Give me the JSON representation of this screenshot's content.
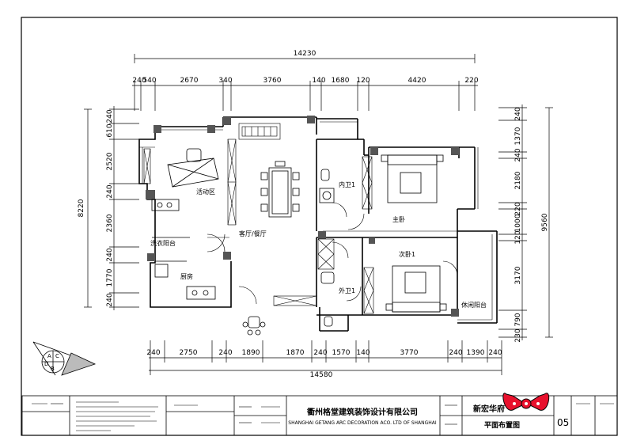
{
  "dimensions": {
    "overall_top": "14230",
    "top": [
      "240",
      "540",
      "2670",
      "340",
      "3760",
      "140",
      "1680",
      "120",
      "4420",
      "220"
    ],
    "overall_bottom": "14580",
    "bottom": [
      "240",
      "2750",
      "240",
      "1890",
      "1870",
      "240",
      "1570",
      "140",
      "3770",
      "240",
      "1390",
      "240"
    ],
    "overall_left": "8220",
    "left": [
      "240",
      "610",
      "2520",
      "240",
      "2360",
      "240",
      "1770",
      "240"
    ],
    "overall_right": "9560",
    "right": [
      "240",
      "1370",
      "240",
      "2180",
      "220",
      "1000",
      "120",
      "3170",
      "790",
      "230"
    ]
  },
  "rooms": {
    "activity": "活动区",
    "living_dining": "客厅/餐厅",
    "inner_bath": "内卫1",
    "master_bedroom": "主卧",
    "laundry_balcony": "洗衣阳台",
    "kitchen": "厨房",
    "second_bedroom": "次卧1",
    "outer_bath": "外卫1",
    "leisure_balcony": "休闲阳台"
  },
  "compass": {
    "letters": [
      "A",
      "B",
      "C",
      "D"
    ]
  },
  "title_block": {
    "company_cn": "衢州格堂建筑装饰设计有限公司",
    "company_en": "SHANGHAI GETANG ARC DECORATION  ACO. LTD OF SHANGHAI",
    "project": "新宏华府",
    "drawing_title": "平面布置图",
    "sheet_no": "05"
  },
  "colors": {
    "line": "#000000",
    "sticker": "#e8112d"
  }
}
